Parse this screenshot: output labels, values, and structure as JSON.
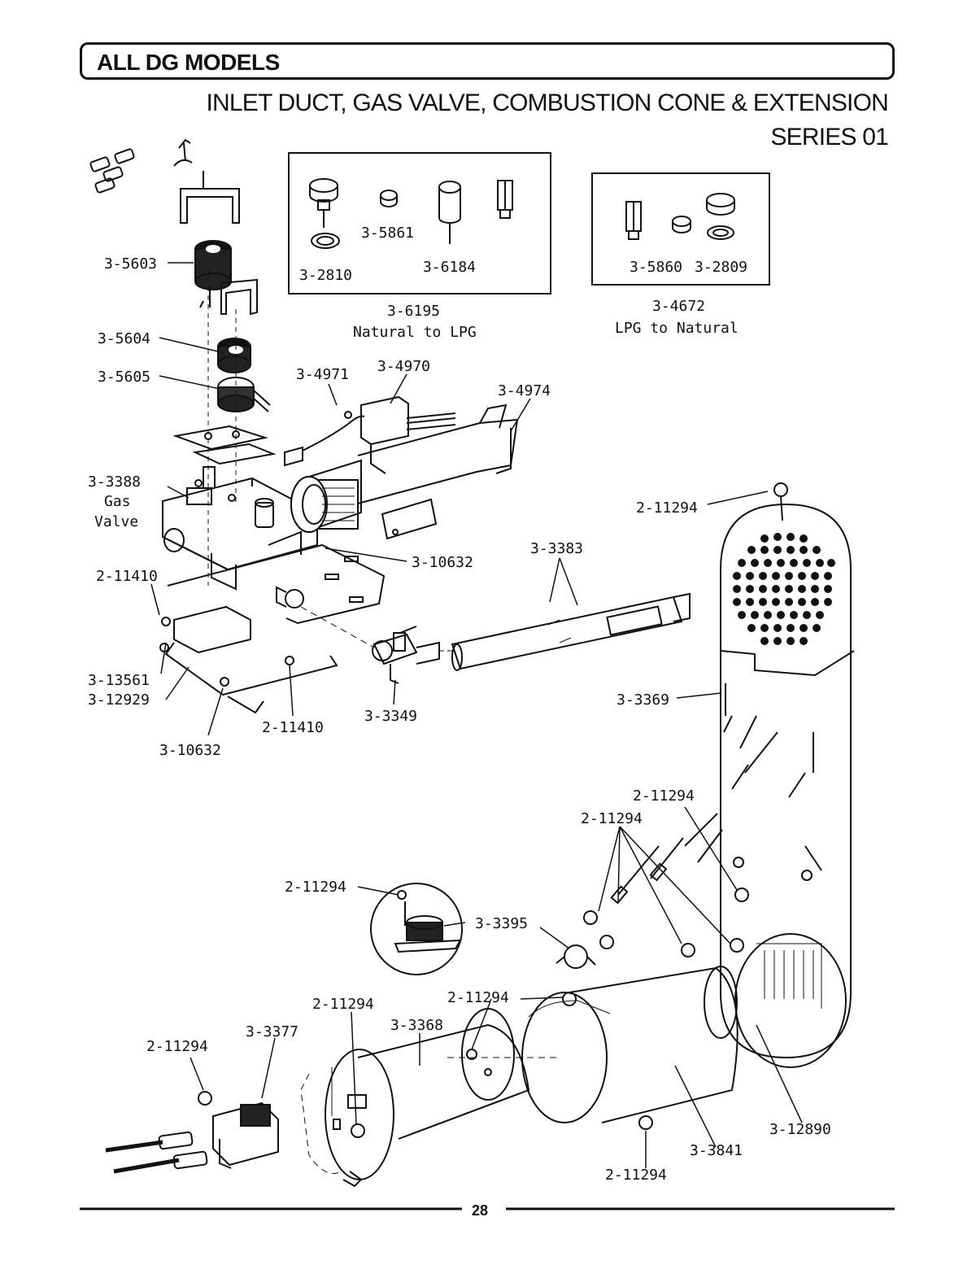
{
  "header": {
    "title": "ALL DG MODELS",
    "subtitle": "INLET DUCT, GAS VALVE, COMBUSTION CONE & EXTENSION",
    "series": "SERIES 01"
  },
  "kits": {
    "natural_to_lpg": {
      "part_no": "3-6195",
      "name": "Natural to LPG",
      "items": [
        "3-5861",
        "3-2810",
        "3-6184"
      ]
    },
    "lpg_to_natural": {
      "part_no": "3-4672",
      "name": "LPG to Natural",
      "items": [
        "3-5860",
        "3-2809"
      ]
    }
  },
  "callouts": [
    {
      "id": "c1",
      "text": "3-5603"
    },
    {
      "id": "c2",
      "text": "3-5604"
    },
    {
      "id": "c3",
      "text": "3-5605"
    },
    {
      "id": "c4",
      "text": "3-4971"
    },
    {
      "id": "c5",
      "text": "3-4970"
    },
    {
      "id": "c6",
      "text": "3-4974"
    },
    {
      "id": "c7",
      "text": "3-3388"
    },
    {
      "id": "c8",
      "text": "Gas"
    },
    {
      "id": "c9",
      "text": "Valve"
    },
    {
      "id": "c10",
      "text": "2-11294"
    },
    {
      "id": "c11",
      "text": "3-10632"
    },
    {
      "id": "c12",
      "text": "3-3383"
    },
    {
      "id": "c13",
      "text": "2-11410"
    },
    {
      "id": "c14",
      "text": "3-13561"
    },
    {
      "id": "c15",
      "text": "3-12929"
    },
    {
      "id": "c16",
      "text": "2-11410"
    },
    {
      "id": "c17",
      "text": "3-3349"
    },
    {
      "id": "c18",
      "text": "3-10632"
    },
    {
      "id": "c19",
      "text": "3-3369"
    },
    {
      "id": "c20",
      "text": "2-11294"
    },
    {
      "id": "c21",
      "text": "2-11294"
    },
    {
      "id": "c22",
      "text": "2-11294"
    },
    {
      "id": "c23",
      "text": "3-3395"
    },
    {
      "id": "c24",
      "text": "2-11294"
    },
    {
      "id": "c25",
      "text": "2-11294"
    },
    {
      "id": "c26",
      "text": "3-3368"
    },
    {
      "id": "c27",
      "text": "3-3377"
    },
    {
      "id": "c28",
      "text": "2-11294"
    },
    {
      "id": "c29",
      "text": "3-12890"
    },
    {
      "id": "c30",
      "text": "3-3841"
    },
    {
      "id": "c31",
      "text": "2-11294"
    }
  ],
  "page_number": "28"
}
